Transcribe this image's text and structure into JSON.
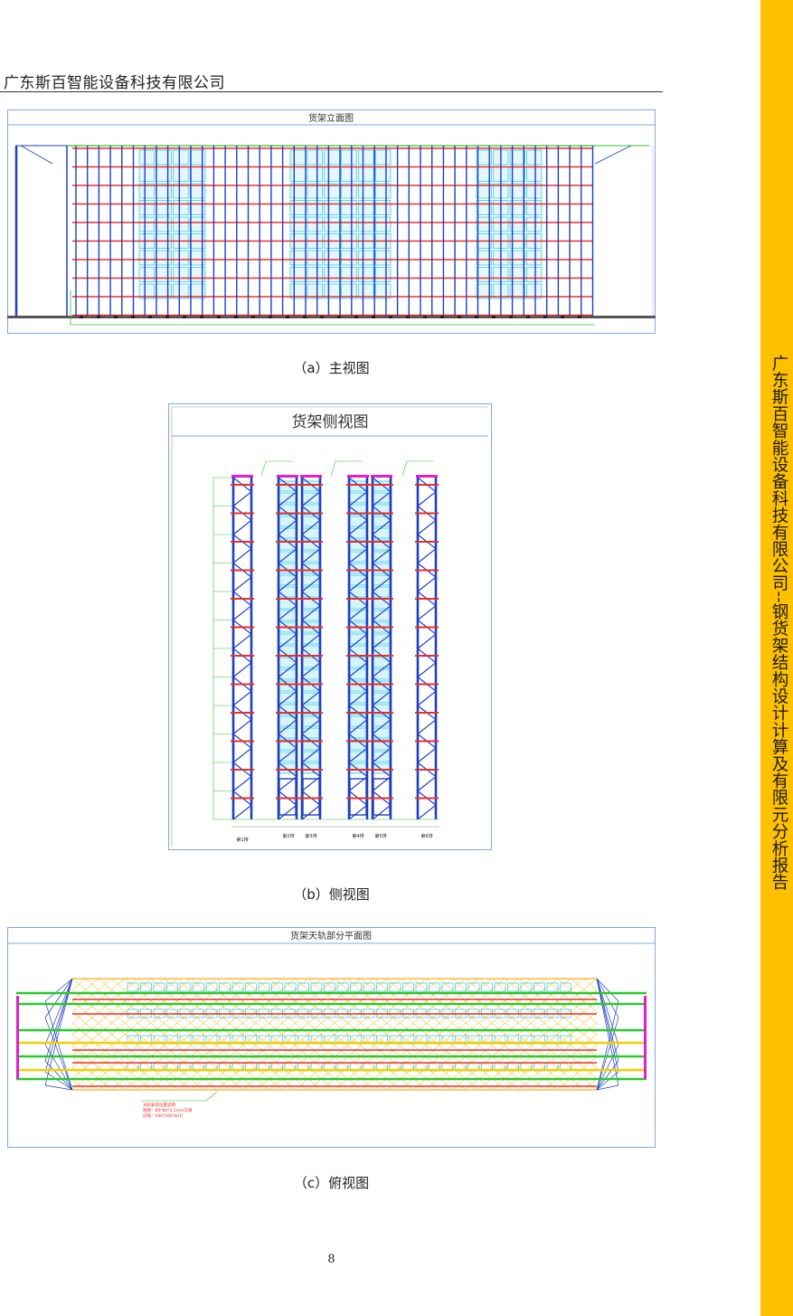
{
  "header": {
    "company": "广东斯百智能设备科技有限公司"
  },
  "sidebar": {
    "report_title": "广东斯百智能设备科技有限公司--钢货架结构设计计算及有限元分析报告"
  },
  "figures": [
    {
      "title": "货架立面图",
      "caption": "（a）主视图"
    },
    {
      "title": "货架侧视图",
      "caption": "（b）侧视图",
      "bay_labels": [
        "第1排",
        "第2排",
        "第3排",
        "第4排",
        "第5排",
        "第6排"
      ]
    },
    {
      "title": "货架天轨部分平面图",
      "caption": "（c）俯视图",
      "annotation": [
        "天轨安装位置说明",
        "规格：80*80*3.2mm方通",
        "间隔：500*500*φ10"
      ]
    }
  ],
  "footer": {
    "page_number": "8"
  },
  "colors": {
    "sidebar": "#ffc000",
    "frame_blue": "#1f3fbf",
    "beam_red": "#e8302a",
    "box_cyan": "#35c8e8",
    "guide_green": "#2bc82b",
    "rail_yellow": "#f0d000",
    "magenta": "#e020c8",
    "border_blue": "#7fa8e0"
  }
}
